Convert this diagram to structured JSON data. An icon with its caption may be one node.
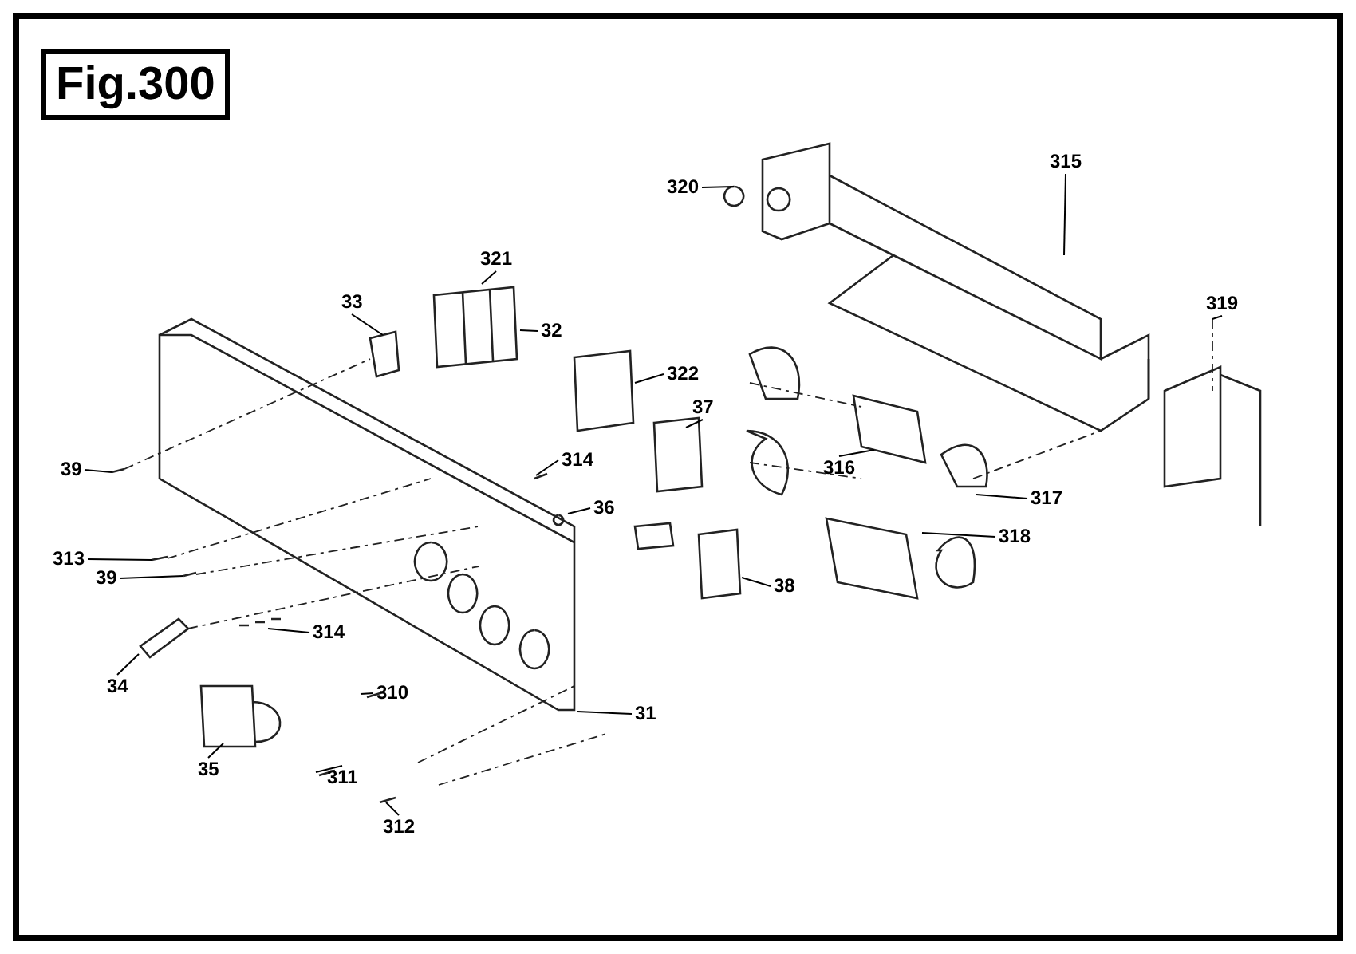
{
  "diagram": {
    "title": "Fig.300",
    "nodes": [
      {
        "text": [
          "320"
        ]
      },
      {
        "text": [
          "315"
        ]
      },
      {
        "text": [
          "321"
        ]
      },
      {
        "text": [
          "33"
        ]
      },
      {
        "text": [
          "32"
        ]
      },
      {
        "text": [
          "319"
        ]
      },
      {
        "text": [
          "322"
        ]
      },
      {
        "text": [
          "37"
        ]
      },
      {
        "text": [
          "39"
        ]
      },
      {
        "text": [
          "314"
        ]
      },
      {
        "text": [
          "36"
        ]
      },
      {
        "text": [
          "316"
        ]
      },
      {
        "text": [
          "317"
        ]
      },
      {
        "text": [
          "318"
        ]
      },
      {
        "text": [
          "313"
        ]
      },
      {
        "text": [
          "39"
        ]
      },
      {
        "text": [
          "38"
        ]
      },
      {
        "text": [
          "314"
        ]
      },
      {
        "text": [
          "34"
        ]
      },
      {
        "text": [
          "310"
        ]
      },
      {
        "text": [
          "31"
        ]
      },
      {
        "text": [
          "35"
        ]
      },
      {
        "text": [
          "311"
        ]
      },
      {
        "text": [
          "312"
        ]
      }
    ],
    "edges": [
      {
        "from": 0,
        "to": null,
        "arrow": "none"
      },
      {
        "from": 1,
        "to": null,
        "arrow": "none"
      },
      {
        "from": 2,
        "to": null,
        "arrow": "none"
      },
      {
        "from": 3,
        "to": null,
        "arrow": "none"
      },
      {
        "from": 4,
        "to": null,
        "arrow": "none"
      },
      {
        "from": 5,
        "to": null,
        "arrow": "none"
      },
      {
        "from": 6,
        "to": null,
        "arrow": "none"
      },
      {
        "from": 7,
        "to": null,
        "arrow": "none"
      },
      {
        "from": 8,
        "to": null,
        "arrow": "none"
      },
      {
        "from": 9,
        "to": null,
        "arrow": "none"
      },
      {
        "from": 10,
        "to": null,
        "arrow": "none"
      },
      {
        "from": 11,
        "to": null,
        "arrow": "none"
      },
      {
        "from": 12,
        "to": null,
        "arrow": "none"
      },
      {
        "from": 13,
        "to": null,
        "arrow": "none"
      },
      {
        "from": 14,
        "to": null,
        "arrow": "none"
      },
      {
        "from": 15,
        "to": null,
        "arrow": "none"
      },
      {
        "from": 16,
        "to": null,
        "arrow": "none"
      },
      {
        "from": 17,
        "to": null,
        "arrow": "none"
      },
      {
        "from": 18,
        "to": null,
        "arrow": "none"
      },
      {
        "from": 19,
        "to": null,
        "arrow": "none"
      },
      {
        "from": 20,
        "to": null,
        "arrow": "none"
      },
      {
        "from": 21,
        "to": null,
        "arrow": "none"
      },
      {
        "from": 22,
        "to": null,
        "arrow": "none"
      },
      {
        "from": 23,
        "to": null,
        "arrow": "none"
      }
    ]
  }
}
